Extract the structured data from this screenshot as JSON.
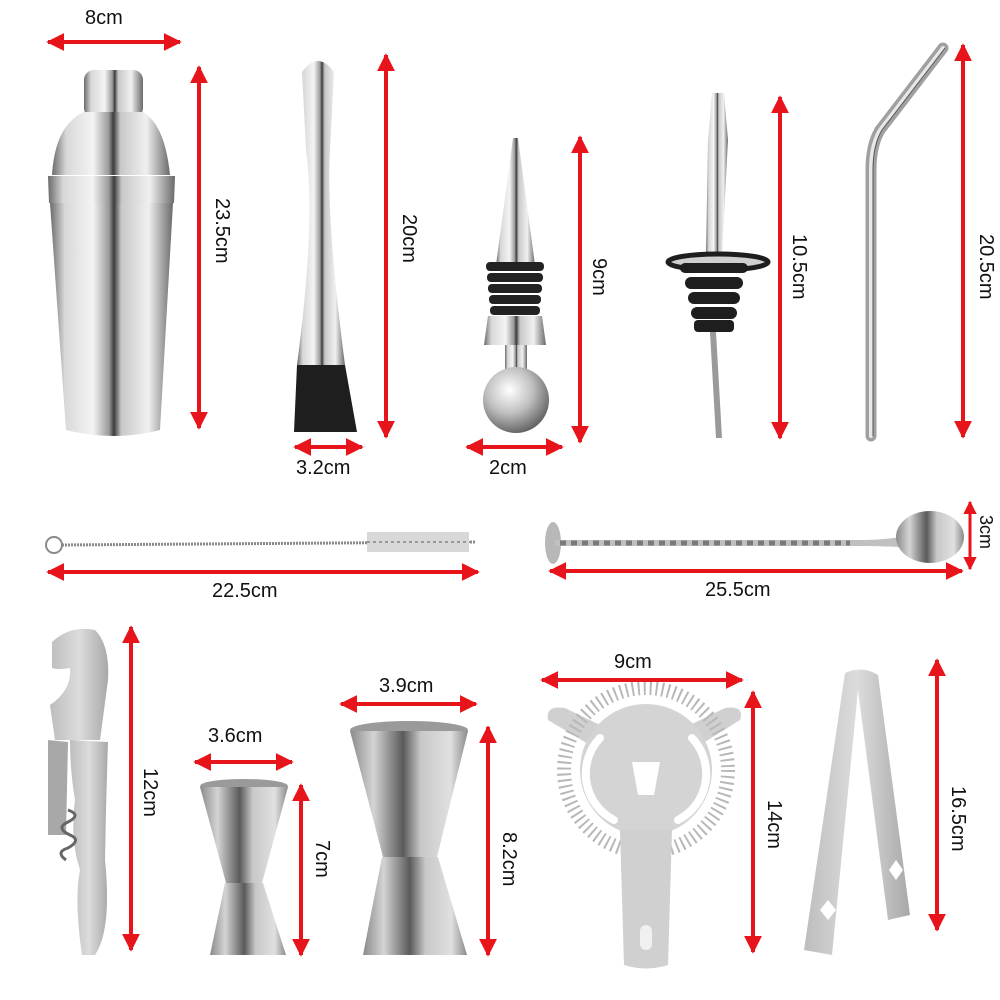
{
  "colors": {
    "arrow": "#e8141c",
    "steel_light": "#e6e6e6",
    "steel_mid": "#b4b4b4",
    "steel_dark": "#4a4a4a",
    "rubber": "#1e1e1e",
    "background": "#ffffff"
  },
  "items": [
    {
      "name": "cocktail-shaker",
      "dims": {
        "width": "8cm",
        "height": "23.5cm"
      }
    },
    {
      "name": "muddler",
      "dims": {
        "width": "3.2cm",
        "height": "20cm"
      }
    },
    {
      "name": "wine-stopper",
      "dims": {
        "width": "2cm",
        "height": "9cm"
      }
    },
    {
      "name": "pour-spout",
      "dims": {
        "height": "10.5cm"
      }
    },
    {
      "name": "bent-straw",
      "dims": {
        "height": "20.5cm"
      }
    },
    {
      "name": "straw-cleaning-brush",
      "dims": {
        "length": "22.5cm"
      }
    },
    {
      "name": "bar-spoon",
      "dims": {
        "length": "25.5cm",
        "width": "3cm"
      }
    },
    {
      "name": "corkscrew",
      "dims": {
        "height": "12cm"
      }
    },
    {
      "name": "small-jigger",
      "dims": {
        "width": "3.6cm",
        "height": "7cm"
      }
    },
    {
      "name": "large-jigger",
      "dims": {
        "width": "3.9cm",
        "height": "8.2cm"
      }
    },
    {
      "name": "hawthorne-strainer",
      "dims": {
        "width": "9cm",
        "height": "14cm"
      }
    },
    {
      "name": "ice-tongs",
      "dims": {
        "height": "16.5cm"
      }
    }
  ]
}
